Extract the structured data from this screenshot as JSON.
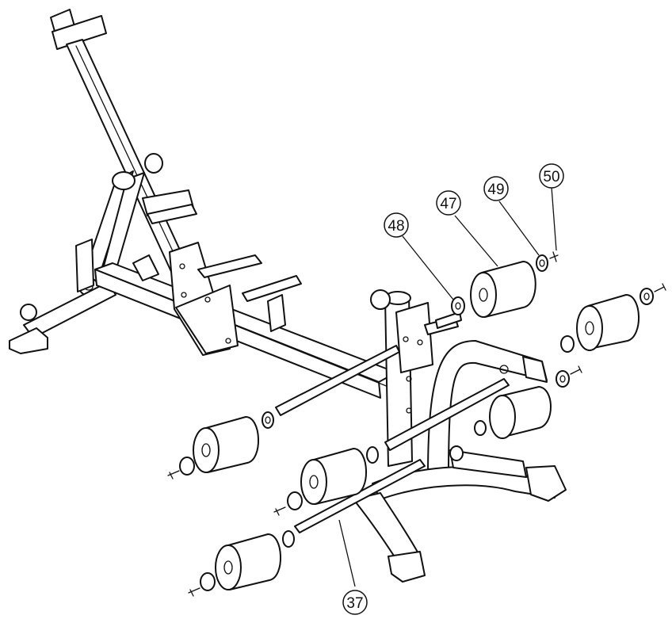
{
  "callouts": [
    {
      "label": "48"
    },
    {
      "label": "47"
    },
    {
      "label": "49"
    },
    {
      "label": "50"
    },
    {
      "label": "37"
    }
  ],
  "colors": {
    "line": "#111111",
    "background": "#ffffff"
  }
}
